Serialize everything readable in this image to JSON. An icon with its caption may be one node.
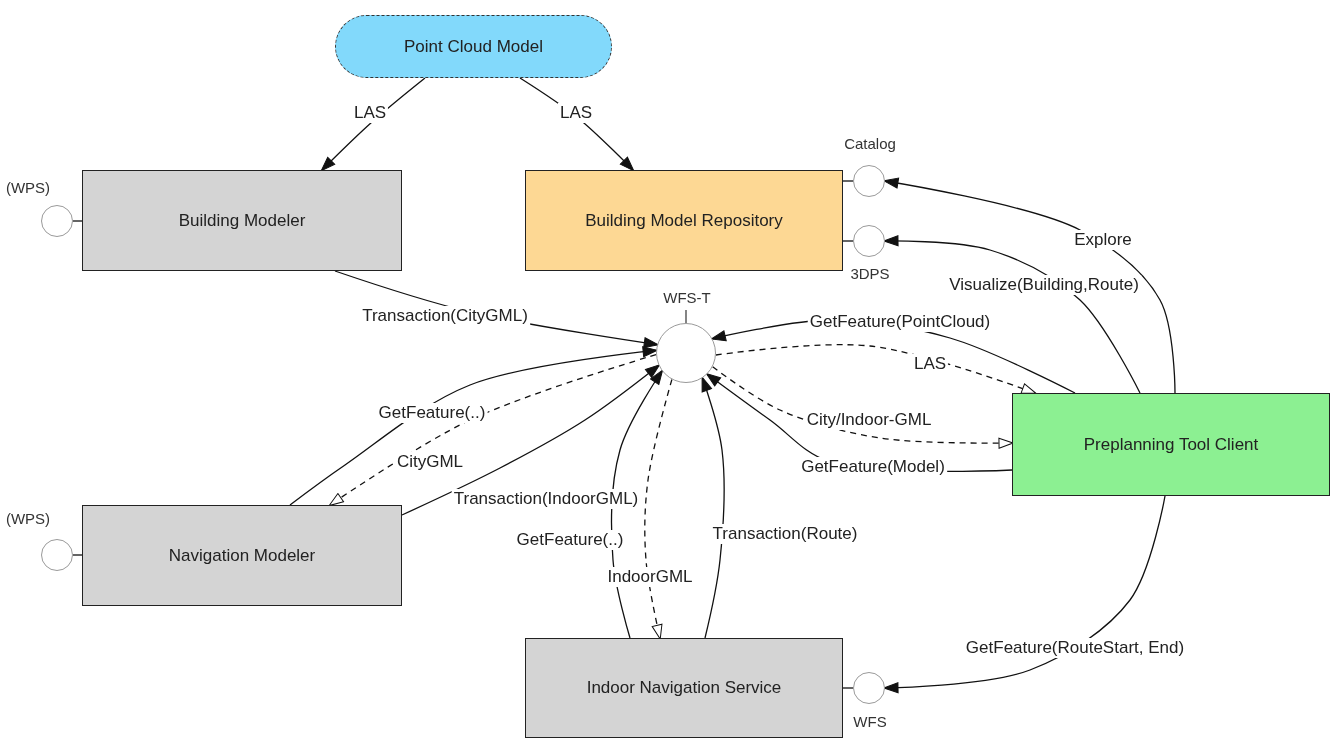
{
  "diagram": {
    "nodes": [
      {
        "text": [
          "Point Cloud Model"
        ]
      },
      {
        "text": [
          "Building Modeler"
        ]
      },
      {
        "text": [
          "Building Model Repository"
        ]
      },
      {
        "text": [
          "Navigation Modeler"
        ]
      },
      {
        "text": [
          "Indoor Navigation Service"
        ]
      },
      {
        "text": [
          "Preplanning Tool Client"
        ]
      },
      {
        "text": [
          "(WPS)"
        ]
      },
      {
        "text": [
          "Catalog"
        ]
      },
      {
        "text": [
          "3DPS"
        ]
      },
      {
        "text": [
          "WFS-T"
        ]
      },
      {
        "text": [
          "(WPS)"
        ]
      },
      {
        "text": [
          "WFS"
        ]
      }
    ],
    "edges": [
      {
        "from": 0,
        "to": 1,
        "arrow": "to",
        "label": "LAS"
      },
      {
        "from": 0,
        "to": 2,
        "arrow": "to",
        "label": "LAS"
      },
      {
        "from": 1,
        "to": 9,
        "arrow": "to",
        "label": "Transaction(CityGML)"
      },
      {
        "from": 3,
        "to": 9,
        "arrow": "to",
        "label": "GetFeature(..)"
      },
      {
        "from": 9,
        "to": 3,
        "arrow": "to",
        "label": "CityGML",
        "style": "dashed"
      },
      {
        "from": 3,
        "to": 9,
        "arrow": "to",
        "label": "Transaction(IndoorGML)"
      },
      {
        "from": 4,
        "to": 9,
        "arrow": "to",
        "label": "GetFeature(..)"
      },
      {
        "from": 9,
        "to": 4,
        "arrow": "to",
        "label": "IndoorGML",
        "style": "dashed"
      },
      {
        "from": 4,
        "to": 9,
        "arrow": "to",
        "label": "Transaction(Route)"
      },
      {
        "from": 5,
        "to": 9,
        "arrow": "to",
        "label": "GetFeature(PointCloud)"
      },
      {
        "from": 9,
        "to": 5,
        "arrow": "to",
        "label": "LAS",
        "style": "dashed"
      },
      {
        "from": 5,
        "to": 9,
        "arrow": "to",
        "label": "GetFeature(Model)"
      },
      {
        "from": 9,
        "to": 5,
        "arrow": "to",
        "label": "City/Indoor-GML",
        "style": "dashed"
      },
      {
        "from": 5,
        "to": 8,
        "arrow": "to",
        "label": "Visualize(Building,Route)"
      },
      {
        "from": 5,
        "to": 7,
        "arrow": "to",
        "label": "Explore"
      },
      {
        "from": 5,
        "to": 11,
        "arrow": "to",
        "label": "GetFeature(RouteStart, End)"
      },
      {
        "from": 1,
        "to": 6,
        "arrow": "none"
      },
      {
        "from": 2,
        "to": 7,
        "arrow": "none"
      },
      {
        "from": 2,
        "to": 8,
        "arrow": "none"
      },
      {
        "from": 3,
        "to": 10,
        "arrow": "none"
      },
      {
        "from": 4,
        "to": 11,
        "arrow": "none"
      }
    ]
  }
}
